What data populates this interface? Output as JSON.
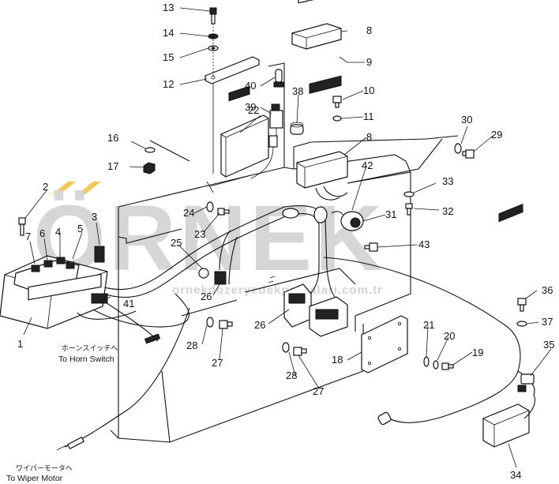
{
  "watermark": {
    "brand": "ÖRNEK",
    "site": "ornekdozeryedekparcalari.com.tr",
    "accent_color": "#f2c34a",
    "text_color": "#cfcfcf"
  },
  "callouts": {
    "c1": "1",
    "c2": "2",
    "c3": "3",
    "c4": "4",
    "c5": "5",
    "c6": "6",
    "c7": "7",
    "c8a": "8",
    "c8b": "8",
    "c9": "9",
    "c10": "10",
    "c11": "11",
    "c12": "12",
    "c13": "13",
    "c14": "14",
    "c15": "15",
    "c16": "16",
    "c17": "17",
    "c18": "18",
    "c19": "19",
    "c20": "20",
    "c21": "21",
    "c22": "22",
    "c23": "23",
    "c24": "24",
    "c25": "25",
    "c26a": "26",
    "c26b": "26",
    "c27a": "27",
    "c27b": "27",
    "c28a": "28",
    "c28b": "28",
    "c29": "29",
    "c30": "30",
    "c31": "31",
    "c32": "32",
    "c33": "33",
    "c34": "34",
    "c35": "35",
    "c36": "36",
    "c37": "37",
    "c38": "38",
    "c39": "39",
    "c40": "40",
    "c41": "41",
    "c42": "42",
    "c43": "43"
  },
  "notes": {
    "horn_jp": "ホーンスイッチへ",
    "horn_en": "To Horn Switch",
    "wiper_jp": "ワイパーモータへ",
    "wiper_en": "To Wiper Motor"
  }
}
